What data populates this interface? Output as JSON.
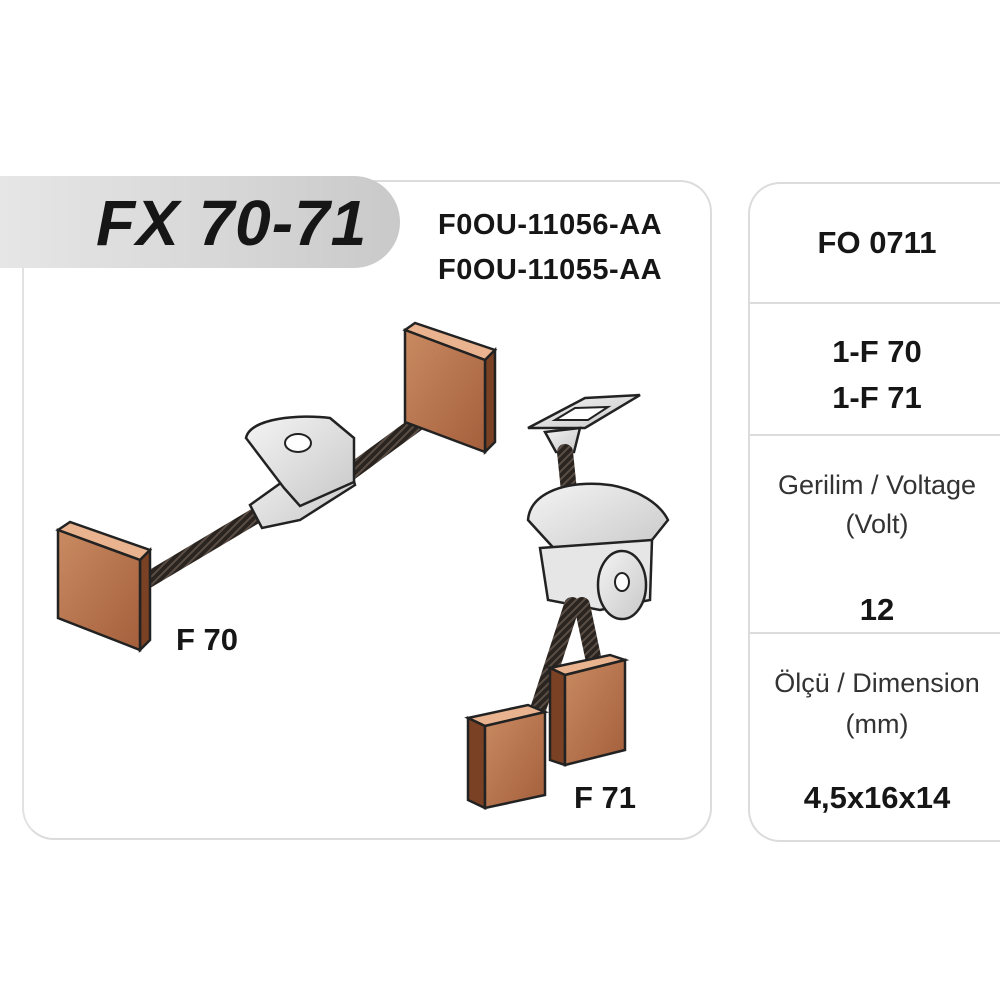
{
  "product": {
    "title": "FX 70-71",
    "part_numbers": [
      "F0OU-11056-AA",
      "F0OU-11055-AA"
    ]
  },
  "illustration": {
    "labels": [
      "F 70",
      "F 71"
    ]
  },
  "specs": {
    "code": "FO 0711",
    "models": [
      "1-F 70",
      "1-F 71"
    ],
    "voltage_label": [
      "Gerilim / Voltage",
      "(Volt)"
    ],
    "voltage_value": "12",
    "dimension_label": [
      "Ölçü / Dimension",
      "(mm)"
    ],
    "dimension_value": "4,5x16x14"
  },
  "colors": {
    "carbon_brush": "#b06a45",
    "panel_border": "#dcdcdc",
    "title_tab": "#d6d6d6"
  }
}
